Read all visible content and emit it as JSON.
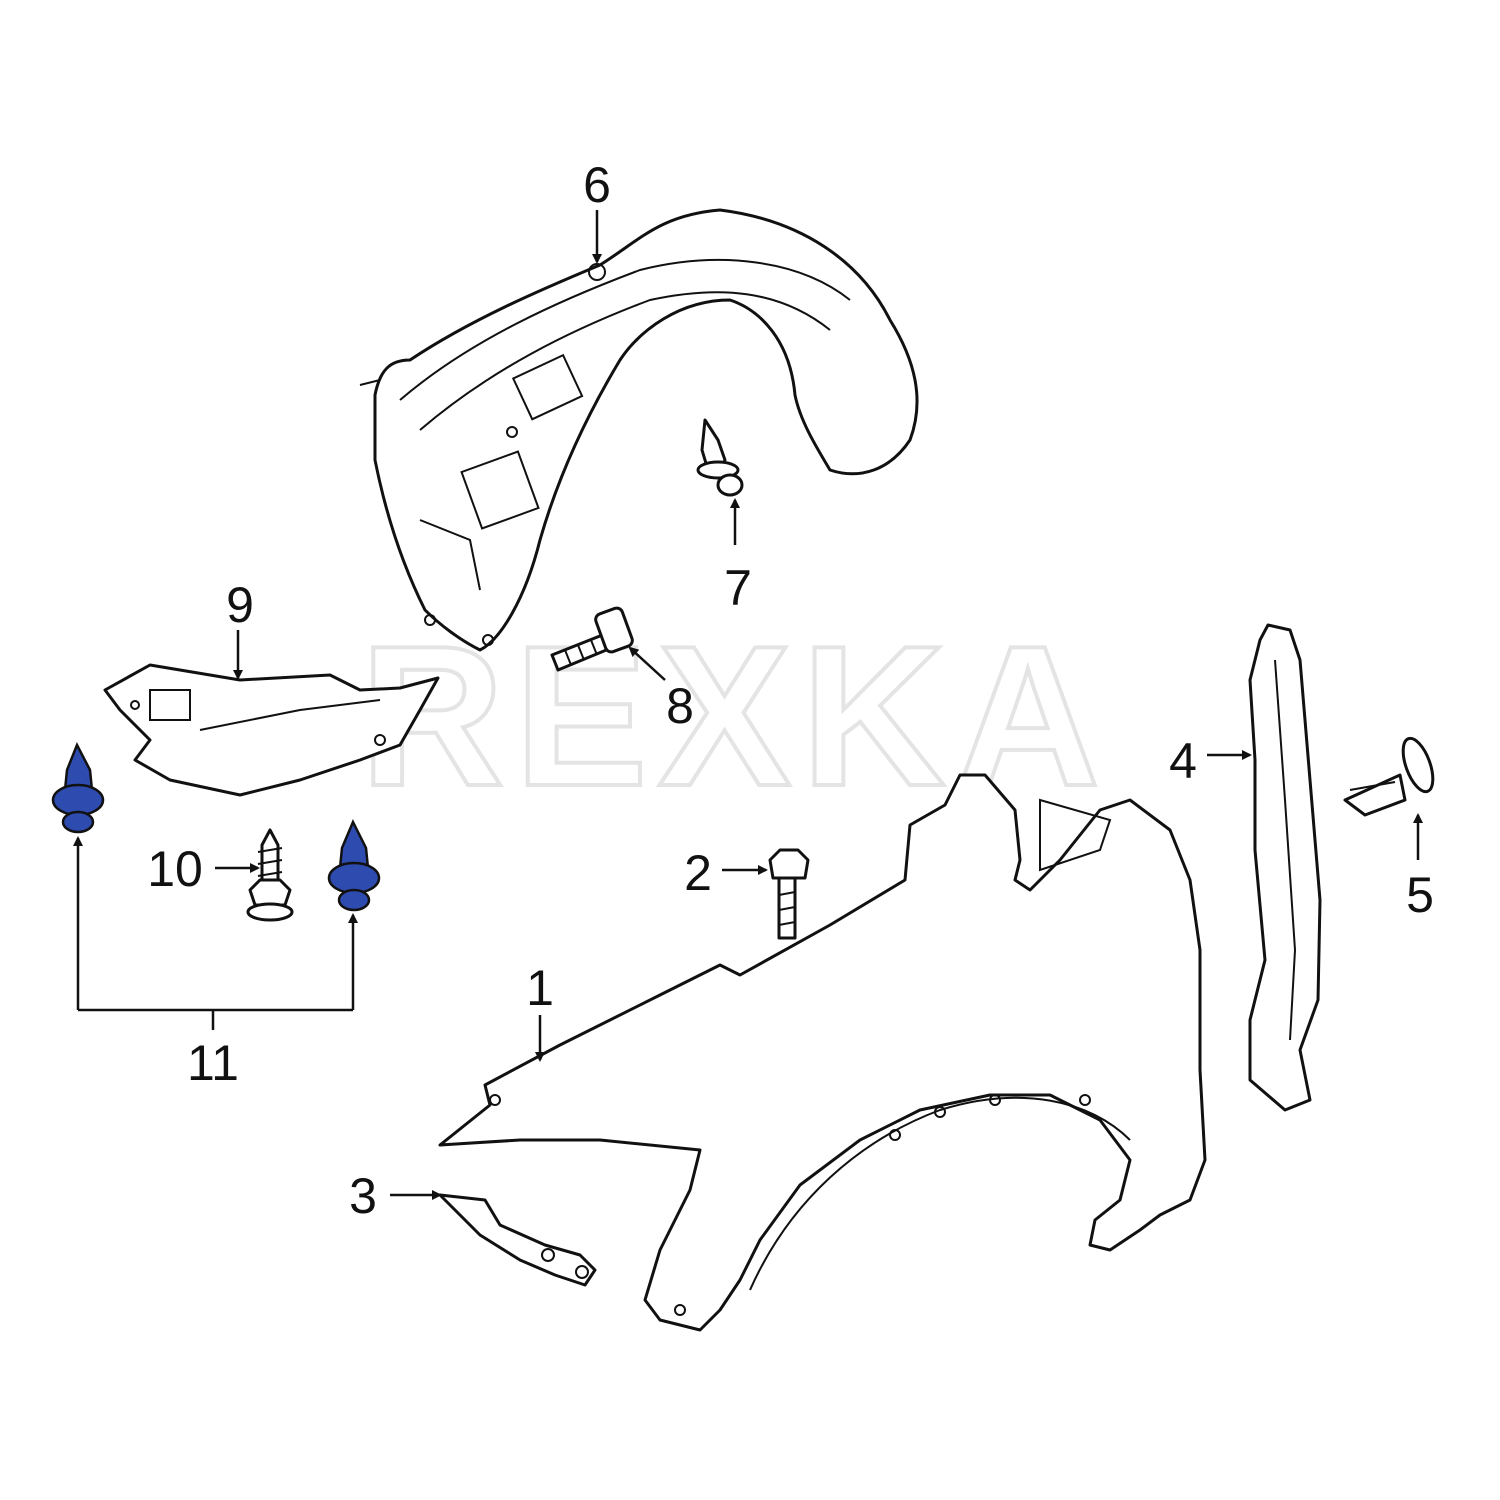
{
  "watermark": "REXKA",
  "callouts": {
    "c1": "1",
    "c2": "2",
    "c3": "3",
    "c4": "4",
    "c5": "5",
    "c6": "6",
    "c7": "7",
    "c8": "8",
    "c9": "9",
    "c10": "10",
    "c11": "11"
  },
  "colors": {
    "highlight": "#2e4bb0",
    "line": "#111111"
  }
}
